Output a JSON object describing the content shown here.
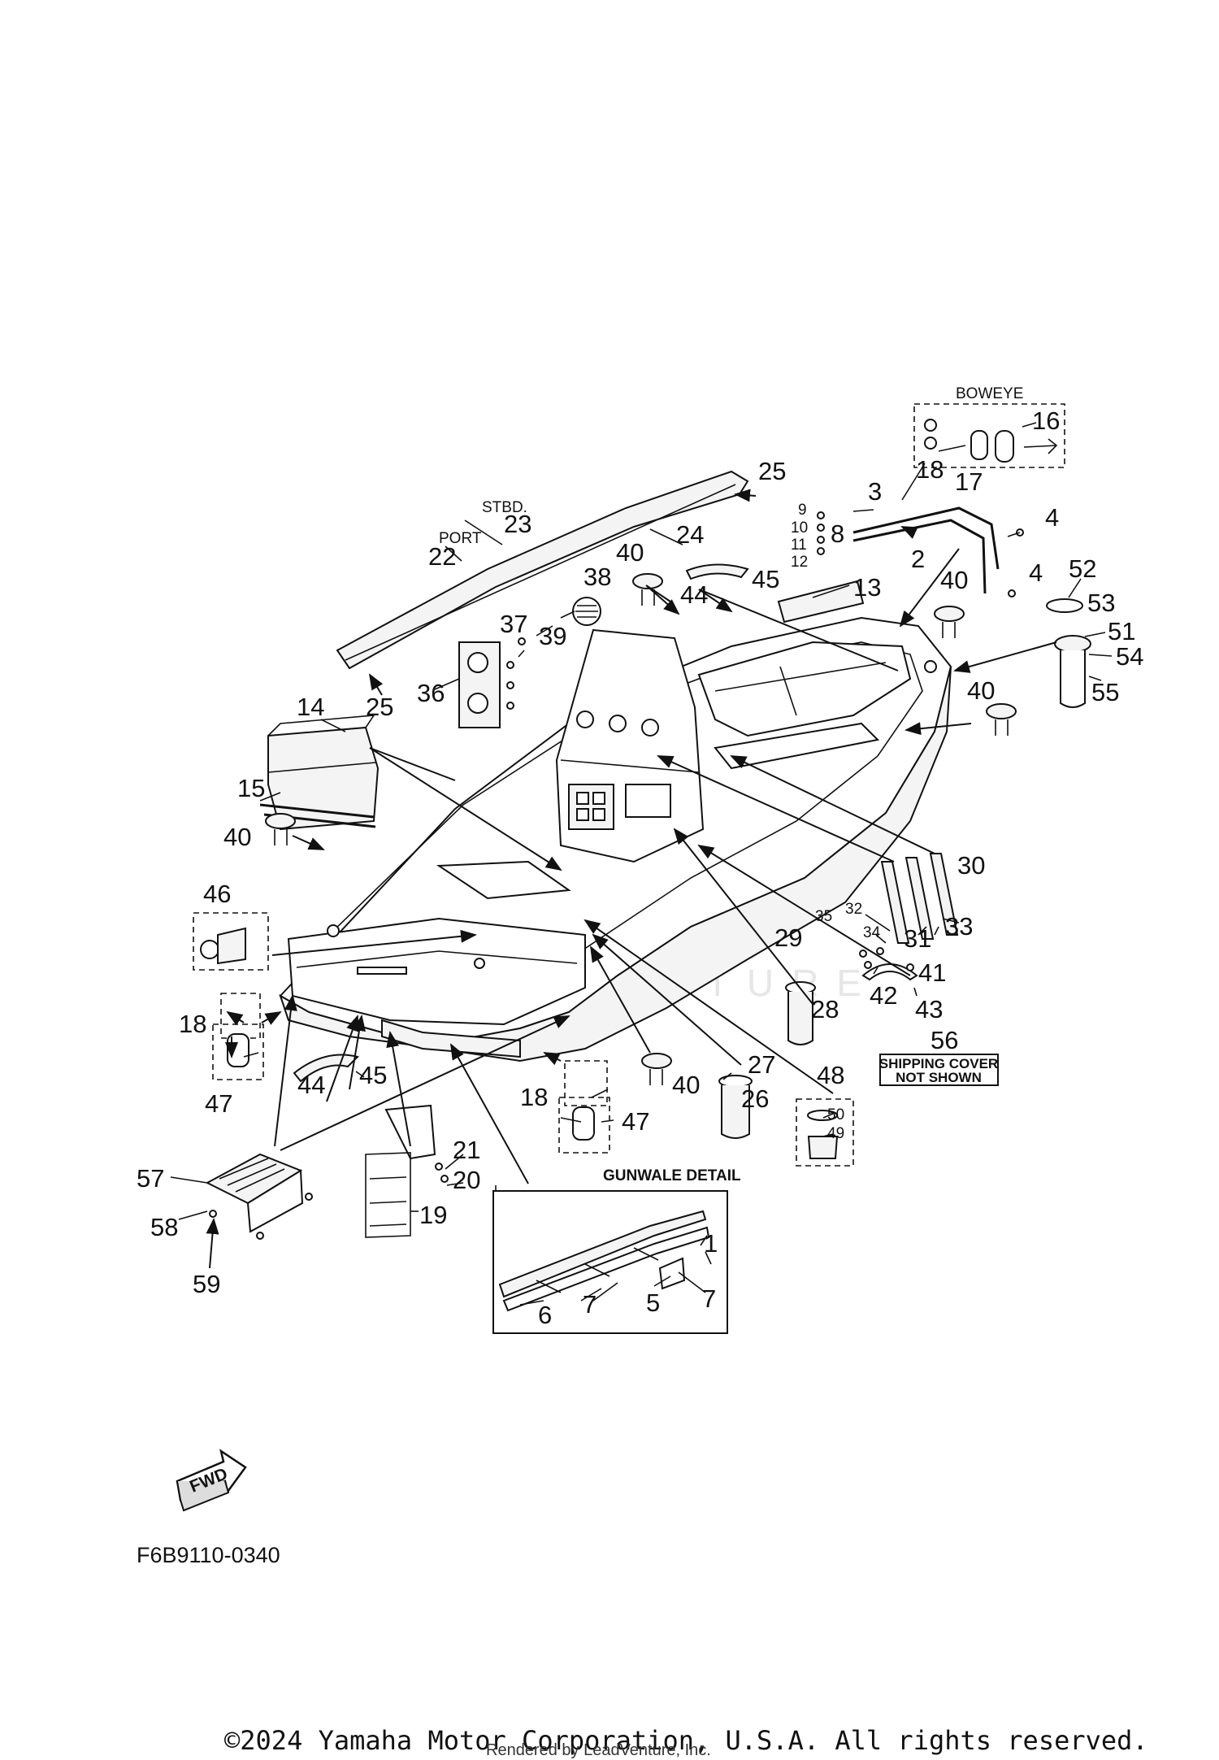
{
  "diagram": {
    "labels": {
      "boweye": "BOWEYE",
      "stbd": "STBD.",
      "port": "PORT",
      "gunwale_detail": "GUNWALE DETAIL",
      "shipping_cover_line1": "SHIPPING COVER",
      "shipping_cover_line2": "NOT SHOWN",
      "fwd": "FWD"
    },
    "callouts": [
      "1",
      "2",
      "3",
      "4",
      "5",
      "6",
      "7",
      "8",
      "9",
      "10",
      "11",
      "12",
      "13",
      "14",
      "15",
      "16",
      "17",
      "18",
      "19",
      "20",
      "21",
      "22",
      "23",
      "24",
      "25",
      "26",
      "27",
      "28",
      "29",
      "30",
      "31",
      "32",
      "33",
      "34",
      "35",
      "36",
      "37",
      "38",
      "39",
      "40",
      "41",
      "42",
      "43",
      "44",
      "45",
      "46",
      "47",
      "48",
      "49",
      "50",
      "51",
      "52",
      "53",
      "54",
      "55",
      "56",
      "57",
      "58",
      "59"
    ],
    "diagram_code": "F6B9110-0340"
  },
  "footer": {
    "copyright": "©2024 Yamaha Motor Corporation, U.S.A. All rights reserved.",
    "rendered_by": "Rendered by LeadVenture, Inc."
  },
  "watermark": "LEADVENTURE"
}
